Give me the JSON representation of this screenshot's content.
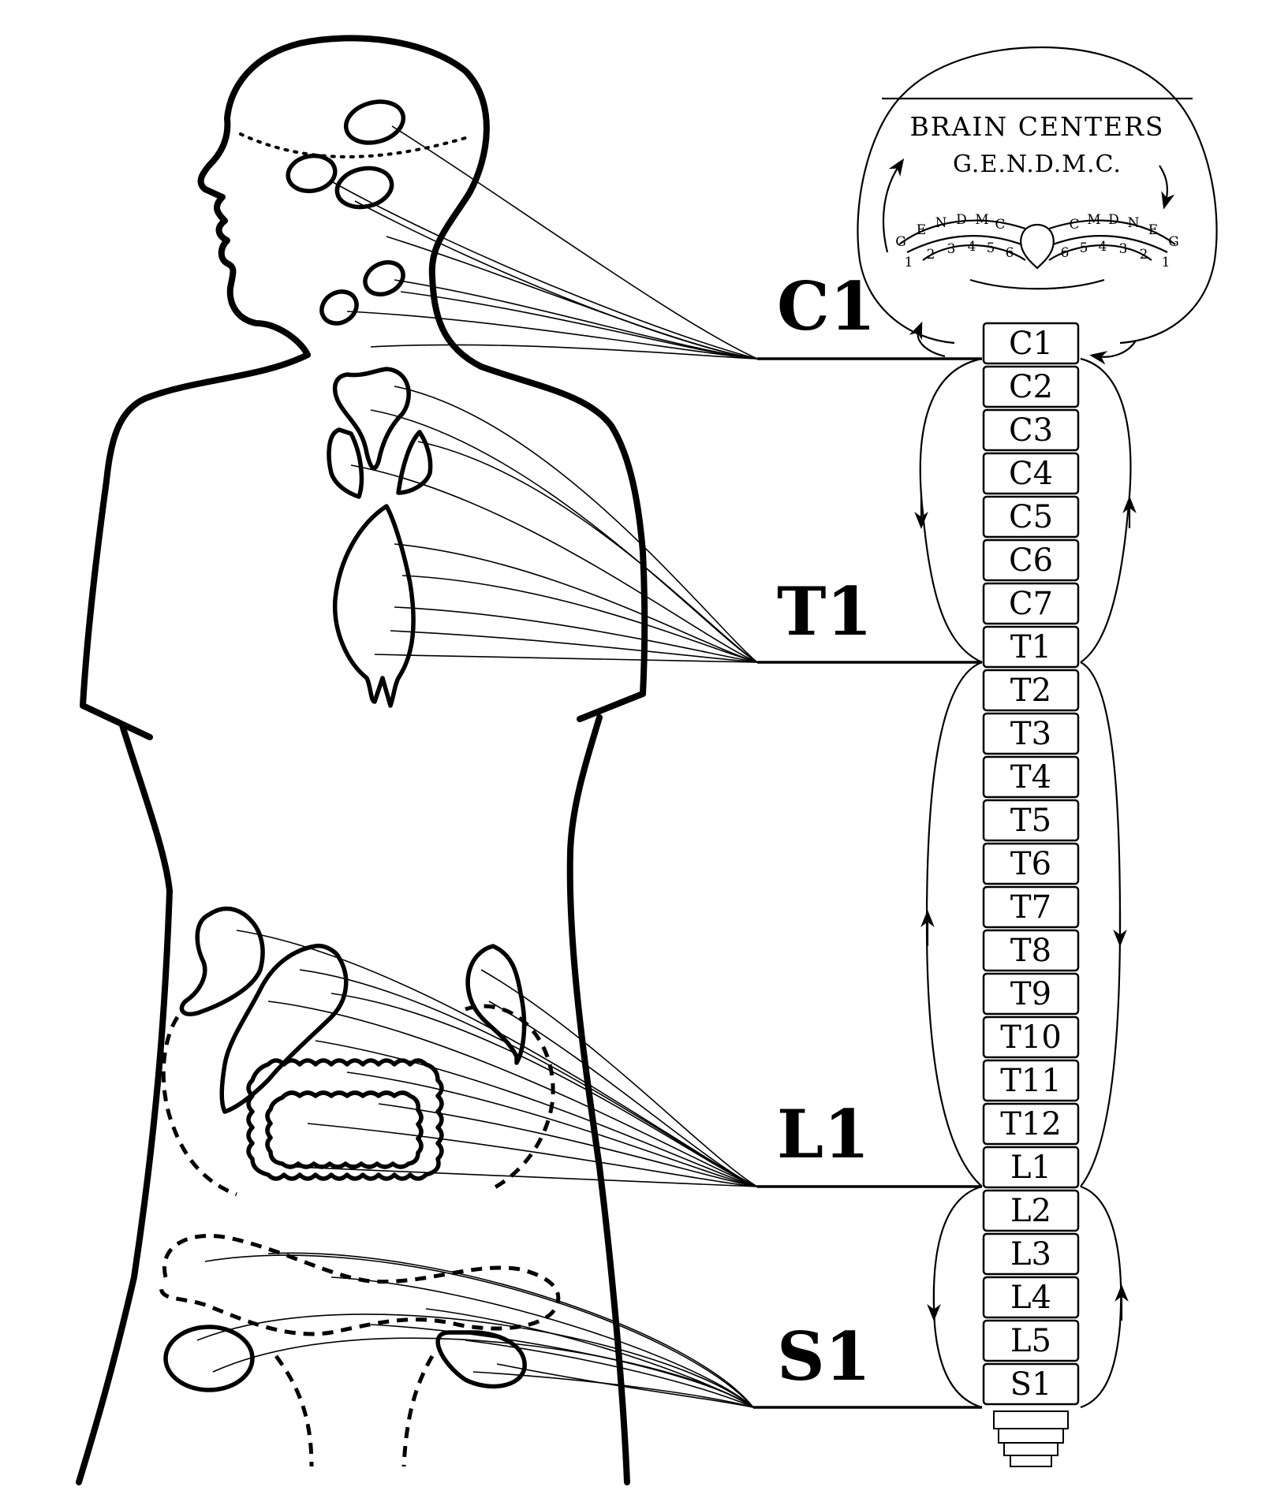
{
  "brain": {
    "title": "BRAIN CENTERS",
    "subtitle": "G.E.N.D.M.C.",
    "left_letters": [
      "G",
      "E",
      "N",
      "D",
      "M",
      "C"
    ],
    "right_letters": [
      "C",
      "M",
      "D",
      "N",
      "E",
      "G"
    ],
    "left_numbers": [
      "1",
      "2",
      "3",
      "4",
      "5",
      "6"
    ],
    "right_numbers": [
      "6",
      "5",
      "4",
      "3",
      "2",
      "1"
    ]
  },
  "levels": [
    {
      "id": "c1",
      "label": "C1"
    },
    {
      "id": "t1",
      "label": "T1"
    },
    {
      "id": "l1",
      "label": "L1"
    },
    {
      "id": "s1",
      "label": "S1"
    }
  ],
  "vertebrae": [
    "C1",
    "C2",
    "C3",
    "C4",
    "C5",
    "C6",
    "C7",
    "T1",
    "T2",
    "T3",
    "T4",
    "T5",
    "T6",
    "T7",
    "T8",
    "T9",
    "T10",
    "T11",
    "T12",
    "L1",
    "L2",
    "L3",
    "L4",
    "L5",
    "S1"
  ]
}
